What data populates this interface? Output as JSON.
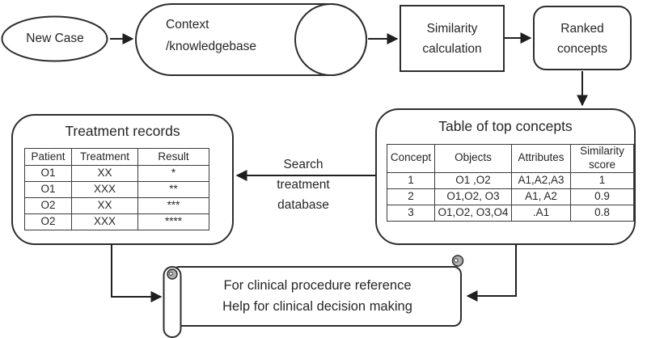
{
  "colors": {
    "line": "#2e2e2e",
    "text": "#262626",
    "curl_fill": "#b0b0b0",
    "background": "#ffffff"
  },
  "nodes": {
    "new_case": {
      "label": "New Case"
    },
    "knowledgebase": {
      "line1": "Context",
      "line2": "/knowledgebase"
    },
    "similarity_calc": {
      "line1": "Similarity",
      "line2": "calculation"
    },
    "ranked_concepts": {
      "line1": "Ranked",
      "line2": "concepts"
    }
  },
  "treatment_records": {
    "title": "Treatment records",
    "table": {
      "headers": [
        "Patient",
        "Treatment",
        "Result"
      ],
      "rows": [
        [
          "O1",
          "XX",
          "*"
        ],
        [
          "O1",
          "XXX",
          "**"
        ],
        [
          "O2",
          "XX",
          "***"
        ],
        [
          "O2",
          "XXX",
          "****"
        ]
      ]
    }
  },
  "top_concepts": {
    "title": "Table of top concepts",
    "table": {
      "headers": [
        "Concept",
        "Objects",
        "Attributes",
        "Similarity score"
      ],
      "rows": [
        [
          "1",
          "O1 ,O2",
          "A1,A2,A3",
          "1"
        ],
        [
          "2",
          "O1,O2, O3",
          "A1, A2",
          "0.9"
        ],
        [
          "3",
          "O1,O2, O3,O4",
          ".A1",
          "0.8"
        ]
      ]
    }
  },
  "edges": {
    "search_label": {
      "line1": "Search",
      "line2": "treatment",
      "line3": "database"
    }
  },
  "scroll": {
    "line1": "For clinical procedure reference",
    "line2": "Help for clinical decision making"
  }
}
